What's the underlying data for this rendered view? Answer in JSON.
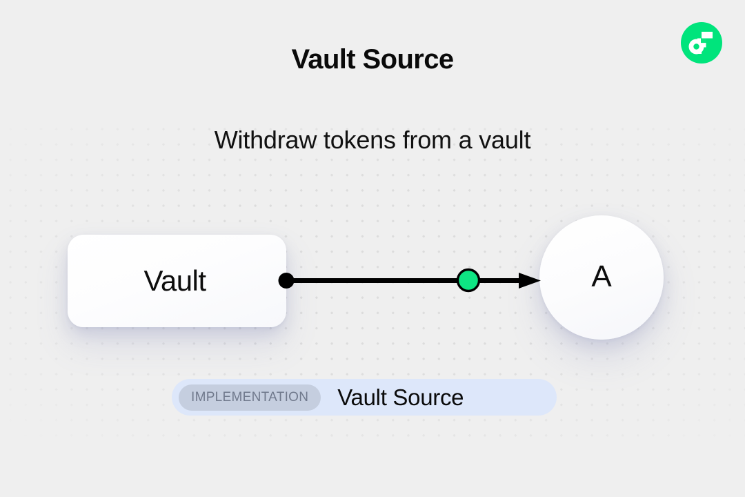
{
  "header": {
    "title": "Vault Source",
    "subtitle": "Withdraw tokens from a vault"
  },
  "brand": {
    "logo_icon": "flow-f-logo-icon",
    "logo_bg_color": "#00e47c",
    "logo_mark_color": "#ffffff"
  },
  "diagram": {
    "type": "flow",
    "nodes": [
      {
        "id": "vault",
        "label": "Vault",
        "shape": "rounded-rect"
      },
      {
        "id": "a",
        "label": "A",
        "shape": "circle"
      }
    ],
    "edges": [
      {
        "from": "vault",
        "to": "a",
        "source_handle_color": "#000000",
        "midpoint_handle_color": "#0ee583",
        "line_color": "#000000",
        "arrowhead": "solid-triangle"
      }
    ],
    "canvas": {
      "background_color": "#efefef",
      "dot_color": "#dcdcdc"
    }
  },
  "badge": {
    "tag_label": "IMPLEMENTATION",
    "name": "Vault Source",
    "pill_color": "#dde7fa",
    "chip_color": "#c5cedf",
    "chip_text_color": "#70798c"
  }
}
